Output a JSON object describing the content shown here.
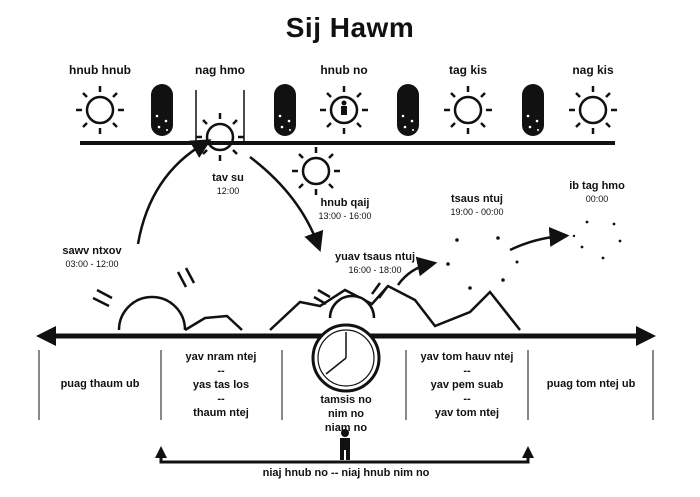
{
  "title": "Sij Hawm",
  "top_labels": [
    "hnub hnub",
    "nag hmo",
    "hnub no",
    "tag kis",
    "nag kis"
  ],
  "arc_labels": {
    "sunrise": {
      "name": "sawv ntxov",
      "time": "03:00 - 12:00"
    },
    "noon": {
      "name": "tav su",
      "time": "12:00"
    },
    "afternoon": {
      "name": "hnub qaij",
      "time": "13:00 - 16:00"
    },
    "sunset": {
      "name": "yuav tsaus ntuj",
      "time": "16:00 - 18:00"
    },
    "night": {
      "name": "tsaus ntuj",
      "time": "19:00 - 00:00"
    },
    "midnight": {
      "name": "ib tag hmo",
      "time": "00:00"
    }
  },
  "zones": {
    "past_far": "puag thaum ub",
    "past_near": [
      "yav nram ntej",
      "--",
      "yas tas los",
      "--",
      "thaum ntej"
    ],
    "present": [
      "tamsis no",
      "nim no",
      "niam no"
    ],
    "future_near": [
      "yav tom hauv ntej",
      "--",
      "yav pem suab",
      "--",
      "yav tom ntej"
    ],
    "future_far": "puag tom ntej ub"
  },
  "bottom_label": "niaj hnub no -- niaj hnub nim no",
  "icons": [
    "sun-icon",
    "moon-icon",
    "clock-icon",
    "person-icon",
    "arrow-icon"
  ]
}
